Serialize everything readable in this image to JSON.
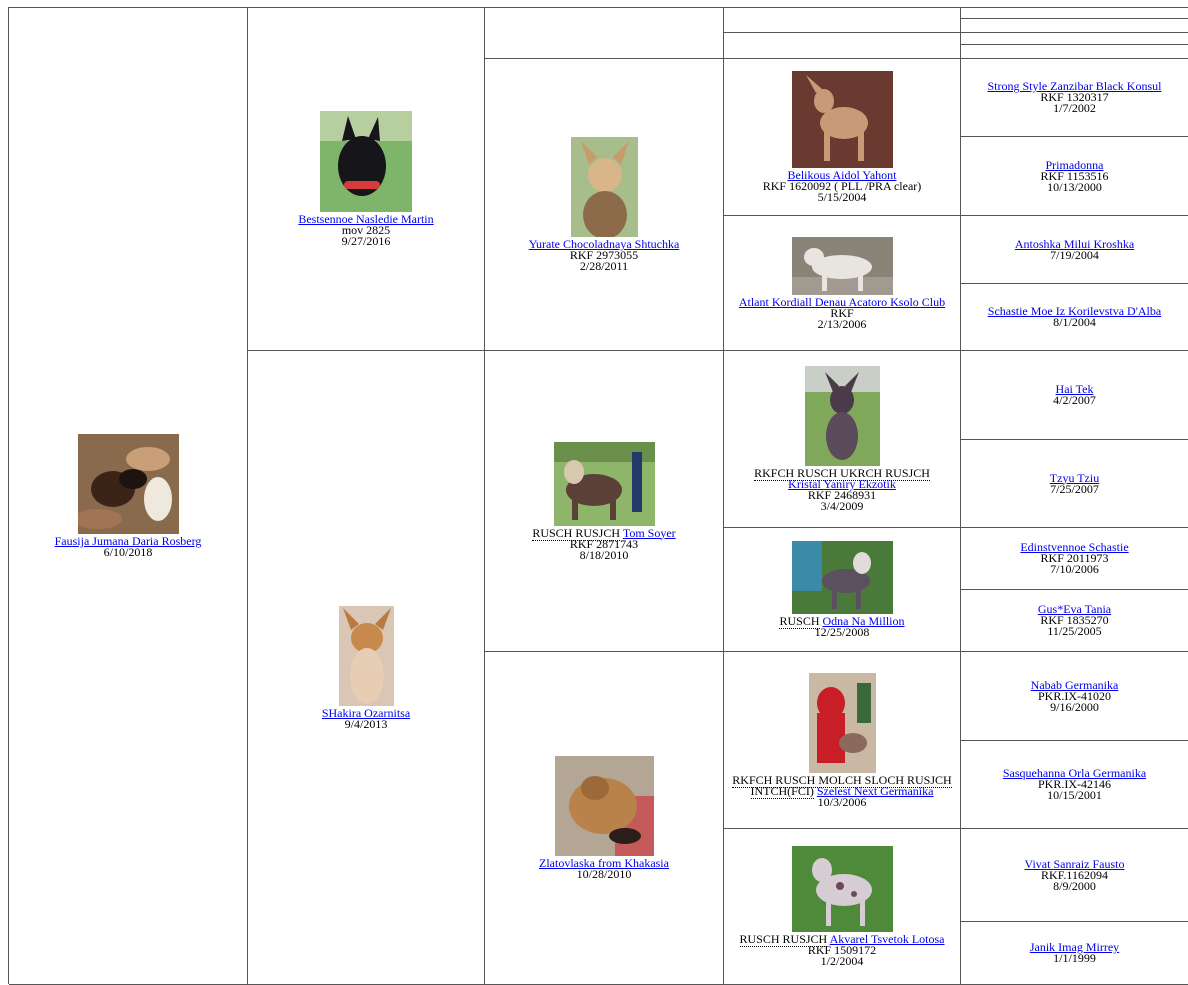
{
  "dogs": {
    "g1": {
      "name": "Fausija Jumana Daria Rosberg",
      "line2": "6/10/2018",
      "photo": "puppies-photo"
    },
    "g2a": {
      "name": "Bestsennoe Nasledie Martin",
      "line2": "mov 2825",
      "line3": "9/27/2016",
      "photo": "black-dog-photo"
    },
    "g2b": {
      "name": "SHakira Ozarnitsa",
      "line2": "9/4/2013",
      "photo": "ginger-dog-photo"
    },
    "g3a": {
      "name": "Yurate Chocoladnaya Shtuchka",
      "line2": "RKF 2973055",
      "line3": "2/28/2011",
      "photo": "cream-dog-photo"
    },
    "g3b": {
      "title": "RUSCH RUSJCH",
      "name": "Tom Soyer",
      "line2": "RKF 2871743",
      "line3": "8/18/2010",
      "photo": "dog-show-photo"
    },
    "g3c": {
      "name": "Zlatovlaska from Khakasia",
      "line2": "10/28/2010",
      "photo": "mother-dog-photo"
    },
    "g4a": {
      "name": "Belikous Aidol Yahont",
      "line2": "RKF 1620092 ( PLL /PRA clear)",
      "line3": "5/15/2004",
      "photo": "standing-dog-photo"
    },
    "g4b": {
      "name": "Atlant Kordiall Denau Acatoro Ksolo Club",
      "line2": "RKF",
      "line3": "2/13/2006",
      "photo": "white-dog-photo"
    },
    "g4c": {
      "title": "RKFCH RUSCH UKRCH RUSJCH",
      "name": "Kristal Yaniry Ekzotik",
      "line2": "RKF 2468931",
      "line3": "3/4/2009",
      "photo": "sitting-dog-photo"
    },
    "g4d": {
      "title": "RUSCH",
      "name": "Odna Na Million",
      "line2": "12/25/2008",
      "photo": "dog-garden-photo"
    },
    "g4e": {
      "title": "RKFCH RUSCH MOLCH SLOCH RUSJCH INTCH(FCI)",
      "name": "Szelest Next Germanika",
      "line2": "10/3/2006",
      "photo": "handler-dog-photo"
    },
    "g4f": {
      "title": "RUSCH RUSJCH",
      "name": "Akvarel Tsvetok Lotosa",
      "line2": "RKF 1509172",
      "line3": "1/2/2004",
      "photo": "spotted-dog-photo"
    },
    "g5a": {
      "name": "Strong Style Zanzibar Black Konsul",
      "line2": "RKF 1320317",
      "line3": "1/7/2002"
    },
    "g5b": {
      "name": "Primadonna",
      "line2": "RKF 1153516",
      "line3": "10/13/2000"
    },
    "g5c": {
      "name": "Antoshka Milui Kroshka",
      "line2": "7/19/2004"
    },
    "g5d": {
      "name": "Schastie Moe Iz Korilevstva D'Alba",
      "line2": "8/1/2004"
    },
    "g5e": {
      "name": "Hai Tek",
      "line2": "4/2/2007"
    },
    "g5f": {
      "name": "Tzyu Tziu",
      "line2": "7/25/2007"
    },
    "g5g": {
      "name": "Edinstvennoe Schastie",
      "line2": "RKF 2011973",
      "line3": "7/10/2006"
    },
    "g5h": {
      "name": "Gus*Eva Tania",
      "line2": "RKF 1835270",
      "line3": "11/25/2005"
    },
    "g5i": {
      "name": "Nabab Germanika",
      "line2": "PKR.IX-41020",
      "line3": "9/16/2000"
    },
    "g5j": {
      "name": "Sasquehanna Orla Germanika",
      "line2": "PKR.IX-42146",
      "line3": "10/15/2001"
    },
    "g5k": {
      "name": "Vivat Sanraiz Fausto",
      "line2": "RKF.1162094",
      "line3": "8/9/2000"
    },
    "g5l": {
      "name": "Janik Imag Mirrey",
      "line2": "1/1/1999"
    }
  }
}
